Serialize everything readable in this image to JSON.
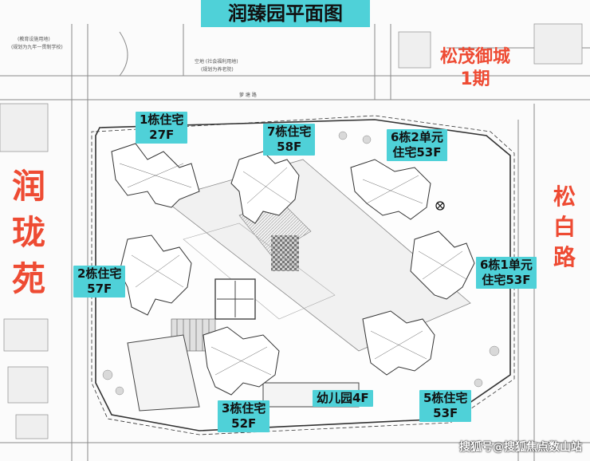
{
  "title": "润臻园平面图",
  "neighbors": {
    "left_lines": [
      "润",
      "珑",
      "苑"
    ],
    "top_right_lines": [
      "松茂御城",
      "1期"
    ],
    "right_road_lines": [
      "松",
      "白",
      "路"
    ]
  },
  "buildings": [
    {
      "id": "b1",
      "lines": [
        "1栋住宅",
        "27F"
      ]
    },
    {
      "id": "b7",
      "lines": [
        "7栋住宅",
        "58F"
      ]
    },
    {
      "id": "b6u2",
      "lines": [
        "6栋2单元",
        "住宅53F"
      ]
    },
    {
      "id": "b2",
      "lines": [
        "2栋住宅",
        "57F"
      ]
    },
    {
      "id": "b6u1",
      "lines": [
        "6栋1单元",
        "住宅53F"
      ]
    },
    {
      "id": "b3",
      "lines": [
        "3栋住宅",
        "52F"
      ]
    },
    {
      "id": "kg",
      "lines": [
        "幼儿园4F"
      ]
    },
    {
      "id": "b5",
      "lines": [
        "5栋住宅",
        "53F"
      ]
    }
  ],
  "small_notes": {
    "top_left": "(教育设施用地)",
    "top_left2": "(规划为九年一贯制学校)",
    "top_center": "空地 (社会福利用地)",
    "top_center2": "(规划为养老院)",
    "road_top": "萝 塘 路"
  },
  "watermark": "搜狐号@搜狐焦点数山站",
  "colors": {
    "label_bg": "#4fd1d8",
    "neighbor_red": "#ee4b33"
  }
}
